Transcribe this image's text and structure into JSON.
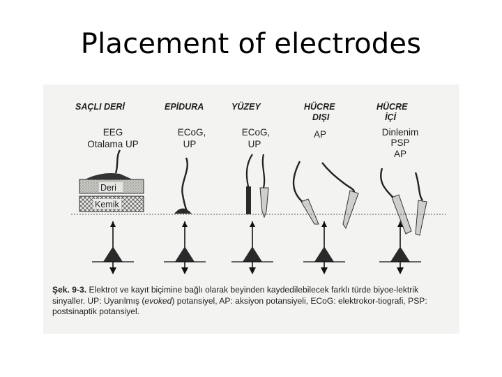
{
  "slide": {
    "title": "Placement of electrodes"
  },
  "figure": {
    "columns": [
      {
        "header": [
          "SAÇLI DERİ"
        ],
        "labels": [
          "EEG",
          "Otalama UP"
        ]
      },
      {
        "header": [
          "EPİDURA"
        ],
        "labels": [
          "ECoG,",
          "UP"
        ]
      },
      {
        "header": [
          "YÜZEY"
        ],
        "labels": [
          "ECoG,",
          "UP"
        ]
      },
      {
        "header": [
          "HÜCRE",
          "DIŞI"
        ],
        "labels": [
          "AP"
        ]
      },
      {
        "header": [
          "HÜCRE",
          "İÇİ"
        ],
        "labels": [
          "Dinlenim",
          "PSP",
          "AP"
        ]
      }
    ],
    "layers": {
      "skin": "Deri",
      "bone": "Kemik"
    },
    "caption": {
      "ref": "Şek. 9-3.",
      "part1": " Elektrot ve kayıt biçimine bağlı olarak beyinden kaydedilebilecek farklı türde biyoe-lektrik sinyaller. UP: Uyarılmış (",
      "italic": "evoked",
      "part2": ") potansiyel, AP: aksiyon potansiyeli, ECoG: elektrokor-tiografi, PSP: postsinaptik potansiyel."
    }
  }
}
